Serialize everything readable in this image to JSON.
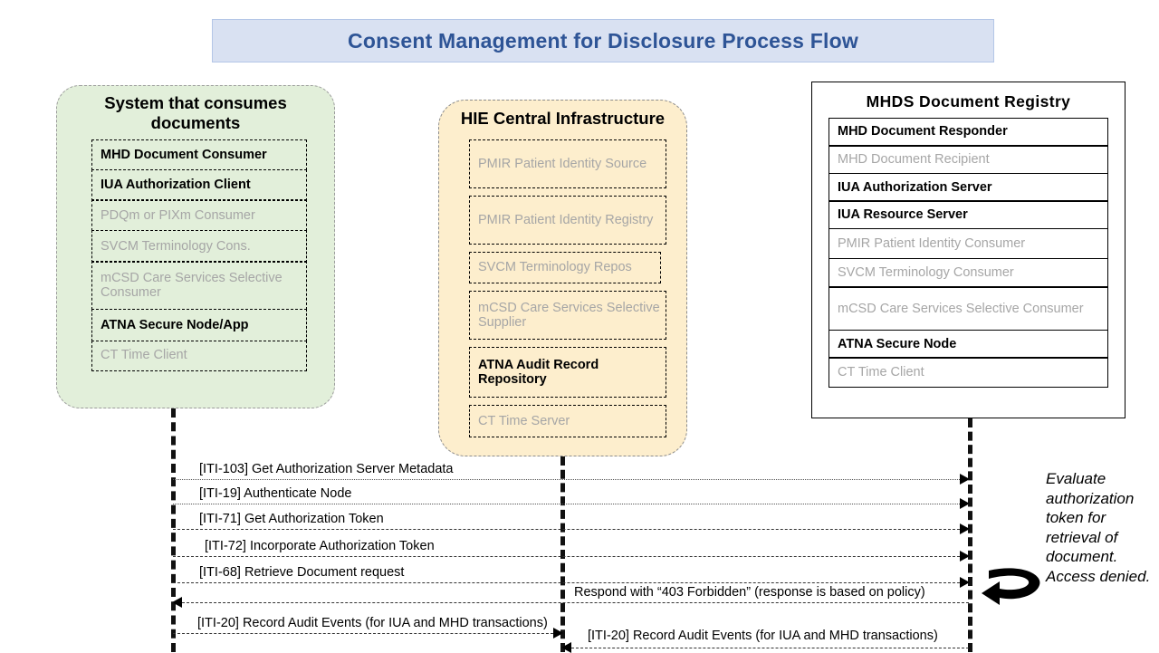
{
  "title": {
    "text": "Consent Management for Disclosure Process Flow",
    "background": "#d9e1f2",
    "color": "#2e5496"
  },
  "colors": {
    "consumer_panel": "#e2efda",
    "hie_panel": "#fdeecd",
    "registry_panel": "#ffffff",
    "active_text": "#000000",
    "inactive_text": "#a6a6a6"
  },
  "panels": [
    {
      "id": "consumer",
      "title": "System that consumes documents",
      "roles": [
        {
          "label": "MHD Document Consumer",
          "state": "on"
        },
        {
          "label": "IUA Authorization Client",
          "state": "on"
        },
        {
          "label": "PDQm or PIXm Consumer",
          "state": "off"
        },
        {
          "label": "SVCM Terminology Cons.",
          "state": "off"
        },
        {
          "label": "mCSD Care Services Selective Consumer",
          "state": "off"
        },
        {
          "label": "ATNA Secure Node/App",
          "state": "on"
        },
        {
          "label": "CT Time Client",
          "state": "off"
        }
      ]
    },
    {
      "id": "hie",
      "title": "HIE Central Infrastructure",
      "roles": [
        {
          "label": "PMIR Patient Identity Source",
          "state": "off"
        },
        {
          "label": "PMIR Patient Identity Registry",
          "state": "off"
        },
        {
          "label": "SVCM Terminology Repos",
          "state": "off"
        },
        {
          "label": "mCSD Care Services Selective Supplier",
          "state": "off"
        },
        {
          "label": "ATNA Audit Record Repository",
          "state": "on"
        },
        {
          "label": "CT Time Server",
          "state": "off"
        }
      ]
    },
    {
      "id": "registry",
      "title": "MHDS Document Registry",
      "roles": [
        {
          "label": "MHD Document Responder",
          "state": "on"
        },
        {
          "label": "MHD Document Recipient",
          "state": "off"
        },
        {
          "label": "IUA Authorization Server",
          "state": "on"
        },
        {
          "label": "IUA Resource Server",
          "state": "on"
        },
        {
          "label": "PMIR Patient Identity Consumer",
          "state": "off"
        },
        {
          "label": "SVCM Terminology Consumer",
          "state": "off"
        },
        {
          "label": "mCSD Care Services Selective Consumer",
          "state": "off"
        },
        {
          "label": "ATNA Secure Node",
          "state": "on"
        },
        {
          "label": "CT Time Client",
          "state": "off"
        }
      ]
    }
  ],
  "messages": [
    {
      "label": "[ITI-103] Get Authorization Server Metadata",
      "direction": "right",
      "from": "consumer",
      "to": "registry"
    },
    {
      "label": "[ITI-19] Authenticate Node",
      "direction": "right",
      "from": "consumer",
      "to": "registry"
    },
    {
      "label": "[ITI-71] Get Authorization Token",
      "direction": "right",
      "from": "consumer",
      "to": "registry"
    },
    {
      "label": "[ITI-72] Incorporate Authorization Token",
      "direction": "right",
      "from": "consumer",
      "to": "registry"
    },
    {
      "label": "[ITI-68] Retrieve Document request",
      "direction": "right",
      "from": "consumer",
      "to": "registry"
    },
    {
      "label": "Respond with  “403 Forbidden” (response is based on policy)",
      "direction": "left",
      "from": "registry",
      "to": "consumer"
    },
    {
      "label": "[ITI-20] Record Audit Events (for IUA and MHD transactions)",
      "direction": "right",
      "from": "consumer",
      "to": "hie"
    },
    {
      "label": "[ITI-20] Record Audit Events (for IUA and MHD transactions)",
      "direction": "left",
      "from": "registry",
      "to": "hie"
    }
  ],
  "note": {
    "text": "Evaluate authorization token for retrieval of document. Access denied.",
    "icon": "loop-back-arrow"
  }
}
